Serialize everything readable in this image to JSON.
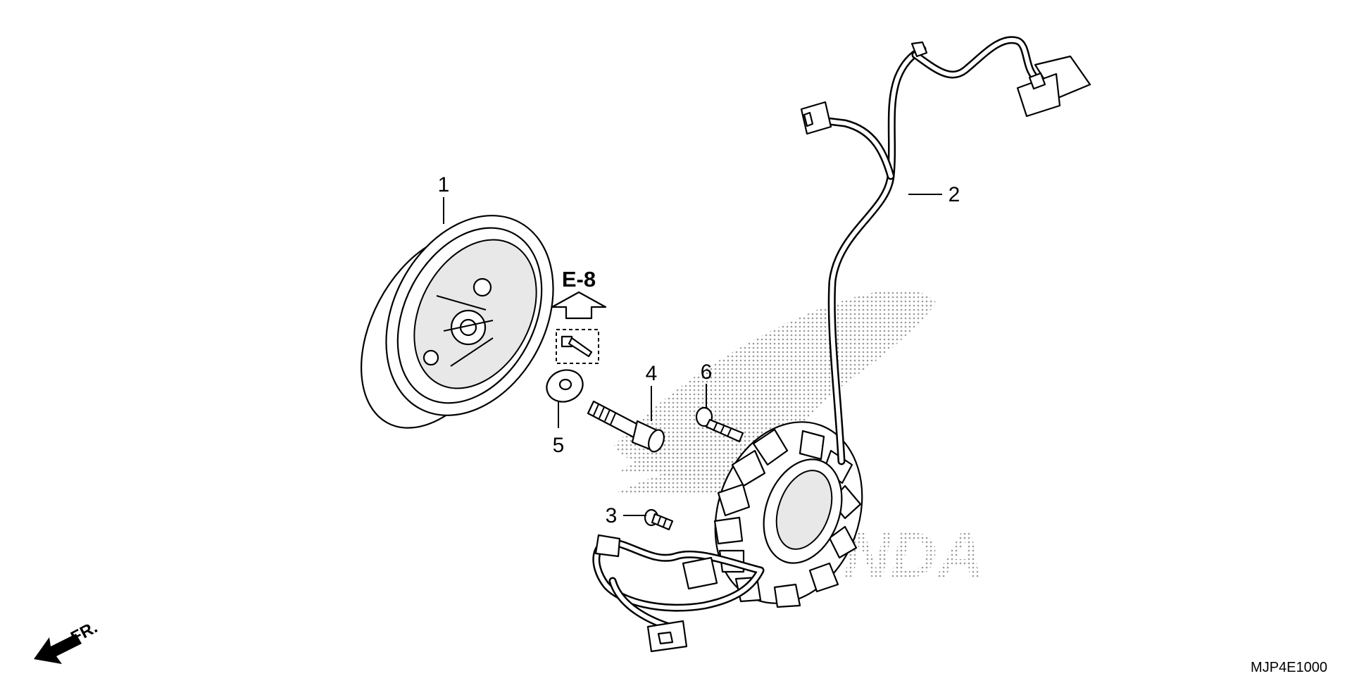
{
  "callouts": [
    {
      "id": "1",
      "label": "1"
    },
    {
      "id": "2",
      "label": "2"
    },
    {
      "id": "3",
      "label": "3"
    },
    {
      "id": "4",
      "label": "4"
    },
    {
      "id": "5",
      "label": "5"
    },
    {
      "id": "6",
      "label": "6"
    }
  ],
  "reference": {
    "label": "E-8"
  },
  "direction": {
    "label": "FR."
  },
  "diagram_code": "MJP4E1000",
  "colors": {
    "ink": "#000000",
    "watermark": "#9a9a9a"
  },
  "watermark": {
    "text": "HONDA"
  }
}
